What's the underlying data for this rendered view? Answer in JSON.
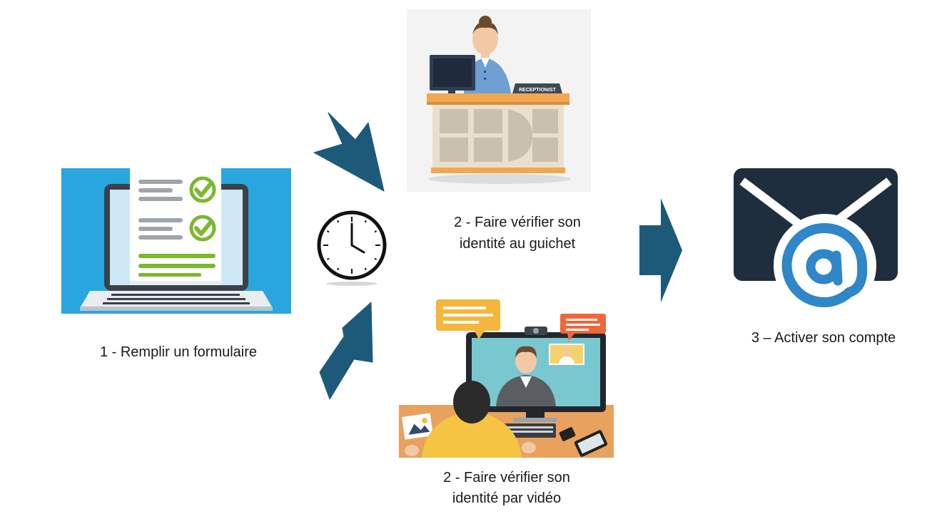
{
  "steps": {
    "step1": {
      "label": "1 - Remplir un formulaire"
    },
    "step2a": {
      "line1": "2 - Faire vérifier son",
      "line2": "identité au guichet",
      "sign": "RECEPTIONIST"
    },
    "step2b": {
      "line1": "2 - Faire vérifier son",
      "line2": "identité par vidéo"
    },
    "step3": {
      "label": "3 – Activer son compte"
    }
  },
  "colors": {
    "arrow": "#1d5a7a",
    "laptop_bg": "#29a6de",
    "check_green": "#7cb82f",
    "mail_dark": "#1e2e3d",
    "mail_blue": "#2f86c8"
  },
  "icons": [
    "laptop-form-icon",
    "clock-icon",
    "receptionist-icon",
    "video-call-icon",
    "email-at-icon"
  ]
}
